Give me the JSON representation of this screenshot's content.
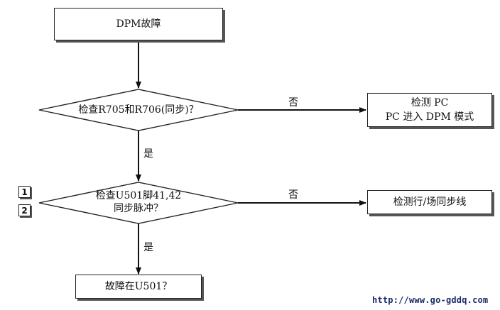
{
  "nodes": {
    "start": {
      "text": "DPM故障"
    },
    "decision1": {
      "text": "检查R705和R706(同步)？"
    },
    "box_pc": {
      "line1": "检测 PC",
      "line2": "PC 进入 DPM 模式"
    },
    "decision2": {
      "line1": "检查U501脚41,42",
      "line2": "同步脉冲？"
    },
    "box_sync": {
      "text": "检测行/场同步线"
    },
    "box_fault": {
      "text": "故障在U501？"
    }
  },
  "edges": {
    "no1": "否",
    "yes1": "是",
    "no2": "否",
    "yes2": "是"
  },
  "steps": [
    "1",
    "2"
  ],
  "watermark": "http://www.go-gddq.com",
  "colors": {
    "stroke": "#222222",
    "shadow": "#555555",
    "watermark": "#1a2a6a"
  }
}
